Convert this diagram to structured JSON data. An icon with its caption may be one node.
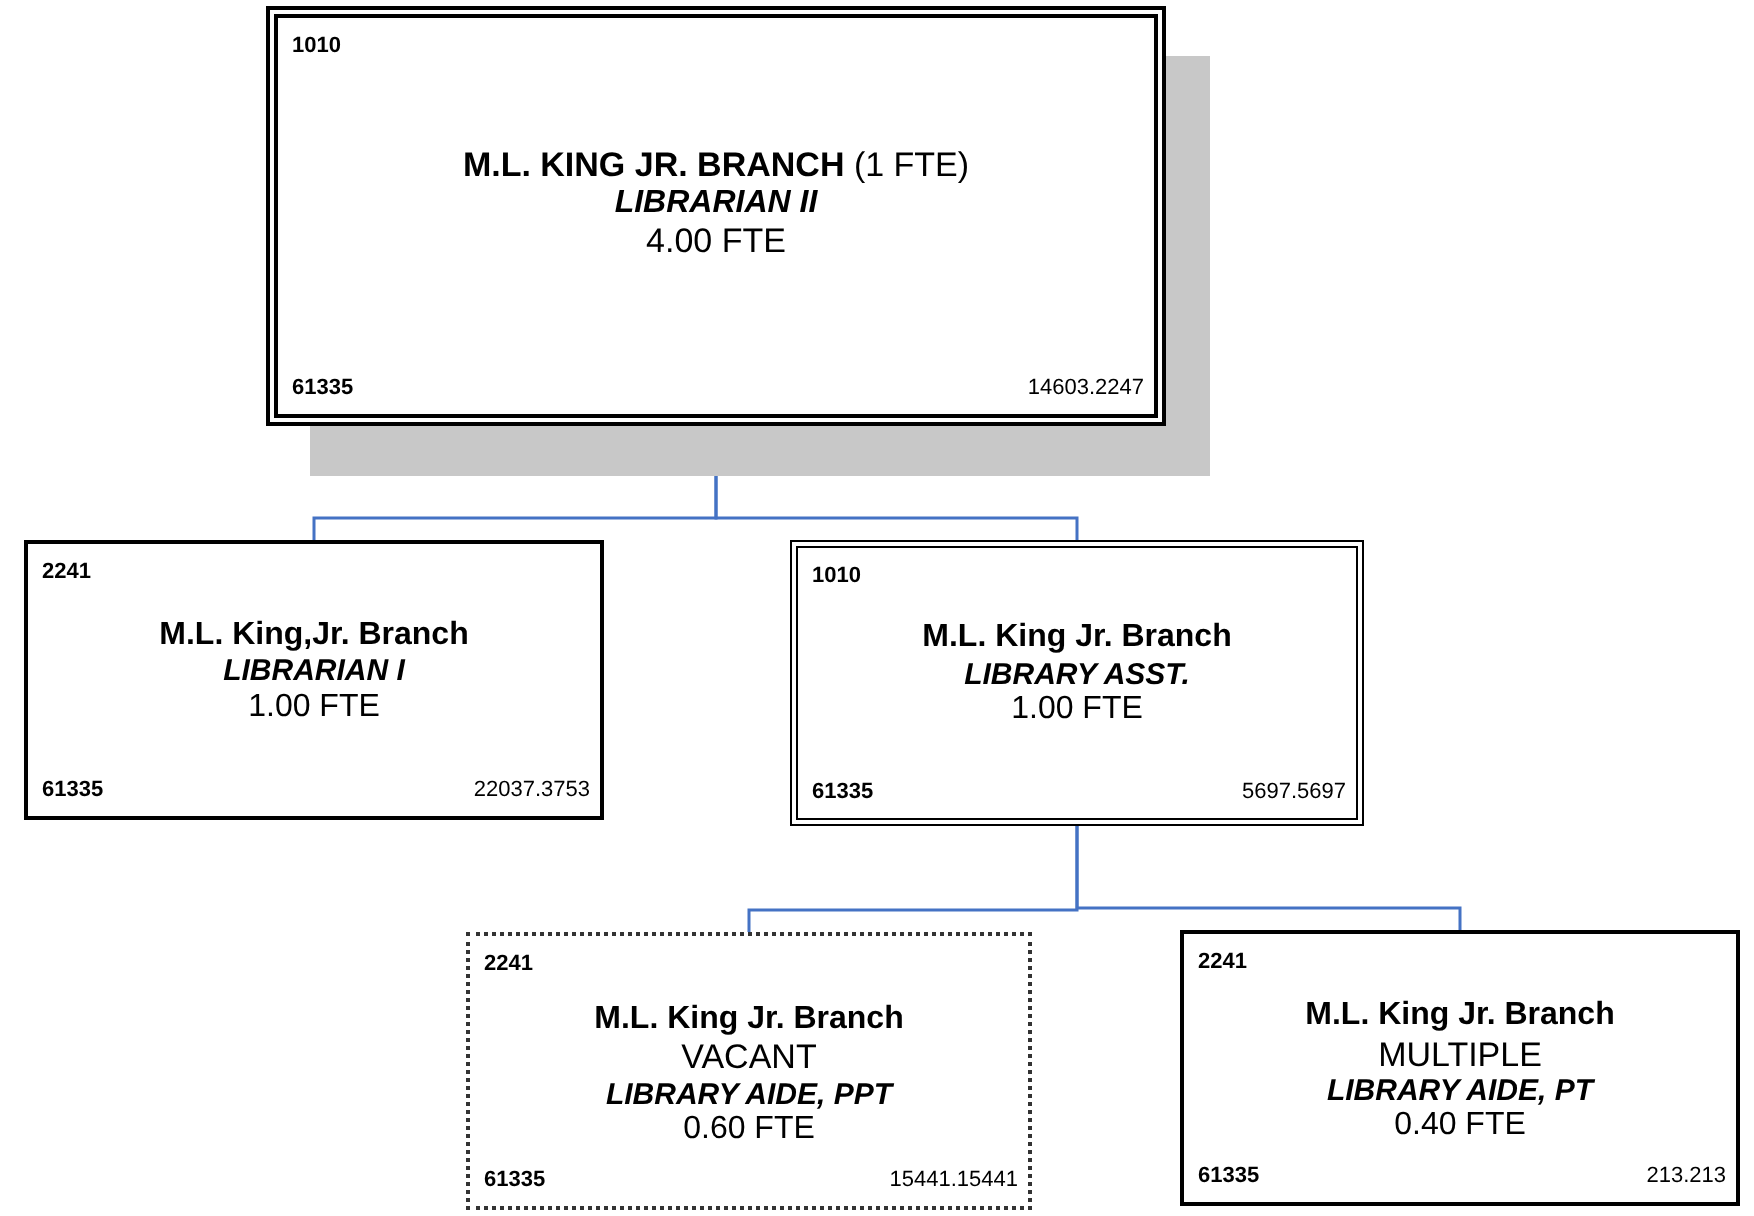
{
  "diagram": {
    "nodes": [
      {
        "text": [
          "1010",
          "**M.L. KING JR. BRANCH** (1 FTE)",
          "LIBRARIAN II",
          "4.00 FTE",
          "61335",
          "14603.2247"
        ]
      },
      {
        "text": [
          "2241",
          "M.L. King,Jr. Branch",
          "LIBRARIAN I",
          "1.00 FTE",
          "61335",
          "22037.3753"
        ]
      },
      {
        "text": [
          "1010",
          "M.L. King Jr. Branch",
          "LIBRARY ASST.",
          "1.00 FTE",
          "61335",
          "5697.5697"
        ]
      },
      {
        "text": [
          "2241",
          "M.L. King Jr. Branch",
          "VACANT",
          "LIBRARY AIDE, PPT",
          "0.60 FTE",
          "61335",
          "15441.15441"
        ]
      },
      {
        "text": [
          "2241",
          "M.L. King Jr. Branch",
          "MULTIPLE",
          "LIBRARY AIDE, PT",
          "0.40 FTE",
          "61335",
          "213.213"
        ]
      }
    ],
    "edges": [
      {
        "from": 0,
        "to": 1,
        "arrow": "none"
      },
      {
        "from": 0,
        "to": 2,
        "arrow": "none"
      },
      {
        "from": 2,
        "to": 3,
        "arrow": "none"
      },
      {
        "from": 2,
        "to": 4,
        "arrow": "none"
      }
    ]
  }
}
